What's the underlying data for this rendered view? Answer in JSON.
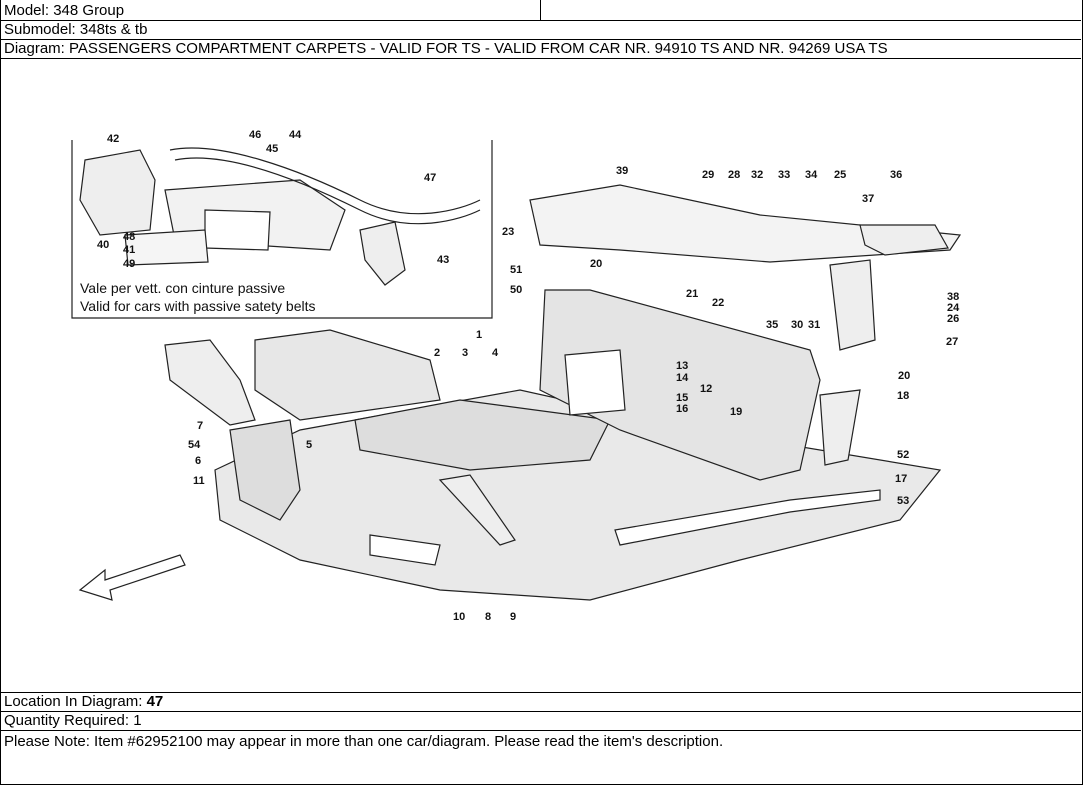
{
  "header": {
    "model_label": "Model:",
    "model_value": "348 Group",
    "submodel_label": "Submodel:",
    "submodel_value": "348ts & tb",
    "diagram_label": "Diagram:",
    "diagram_value": "PASSENGERS COMPARTMENT CARPETS - VALID FOR TS - VALID FROM CAR NR. 94910 TS AND NR. 94269 USA TS"
  },
  "diagram": {
    "inset_note_1": "Vale per vett. con cinture passive",
    "inset_note_2": "Valid for cars with passive satety belts",
    "direction_icon": "front-arrow-icon",
    "callouts": [
      "1",
      "2",
      "3",
      "4",
      "5",
      "6",
      "7",
      "8",
      "9",
      "10",
      "11",
      "12",
      "13",
      "14",
      "15",
      "16",
      "17",
      "18",
      "19",
      "20",
      "20",
      "21",
      "22",
      "23",
      "24",
      "25",
      "26",
      "27",
      "28",
      "29",
      "30",
      "31",
      "32",
      "33",
      "34",
      "35",
      "36",
      "37",
      "38",
      "39",
      "40",
      "41",
      "42",
      "43",
      "44",
      "45",
      "46",
      "47",
      "48",
      "49",
      "50",
      "51",
      "52",
      "53",
      "54"
    ]
  },
  "footer": {
    "location_label": "Location In Diagram:",
    "location_value": "47",
    "quantity_label": "Quantity Required:",
    "quantity_value": "1",
    "note": "Please Note: Item #62952100 may appear in more than one car/diagram. Please read the item's description."
  }
}
